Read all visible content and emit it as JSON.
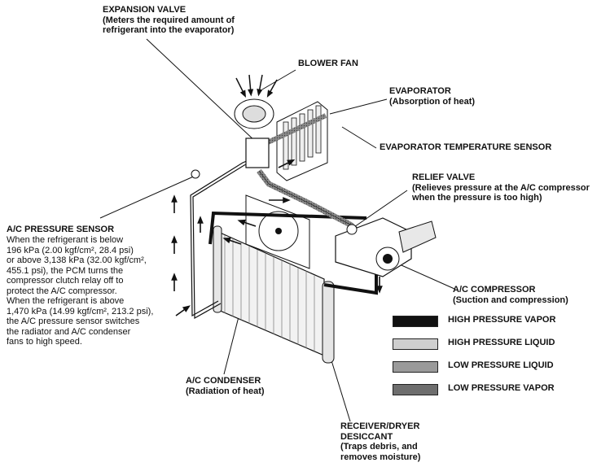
{
  "labels": {
    "expansion_valve": {
      "title": "EXPANSION VALVE",
      "sub": [
        "(Meters the required amount of",
        "refrigerant into the evaporator)"
      ]
    },
    "blower_fan": {
      "title": "BLOWER FAN"
    },
    "evaporator": {
      "title": "EVAPORATOR",
      "sub": [
        "(Absorption of heat)"
      ]
    },
    "evap_temp_sensor": {
      "title": "EVAPORATOR TEMPERATURE SENSOR"
    },
    "relief_valve": {
      "title": "RELIEF VALVE",
      "sub": [
        "(Relieves pressure at the A/C compressor",
        "when the pressure is too high)"
      ]
    },
    "ac_pressure_sensor": {
      "title": "A/C PRESSURE SENSOR",
      "body": [
        "When the refrigerant is below",
        "196 kPa (2.00 kgf/cm², 28.4 psi)",
        "or above 3,138 kPa (32.00 kgf/cm²,",
        "455.1 psi), the PCM turns the",
        "compressor clutch relay off to",
        "protect the A/C compressor.",
        "When the refrigerant is above",
        "1,470 kPa (14.99 kgf/cm², 213.2 psi),",
        "the A/C pressure sensor switches",
        "the radiator and A/C condenser",
        "fans to high speed."
      ]
    },
    "ac_compressor": {
      "title": "A/C COMPRESSOR",
      "sub": [
        "(Suction and compression)"
      ]
    },
    "ac_condenser": {
      "title": "A/C CONDENSER",
      "sub": [
        "(Radiation of heat)"
      ]
    },
    "receiver_dryer": {
      "title": [
        "RECEIVER/DRYER",
        "DESICCANT"
      ],
      "sub": [
        "(Traps debris, and",
        "removes moisture)"
      ]
    }
  },
  "legend": [
    {
      "label": "HIGH PRESSURE VAPOR",
      "color": "#111111"
    },
    {
      "label": "HIGH PRESSURE LIQUID",
      "color": "#cfcfcf"
    },
    {
      "label": "LOW PRESSURE LIQUID",
      "color": "#9a9a9a"
    },
    {
      "label": "LOW PRESSURE VAPOR",
      "color": "#6e6e6e"
    }
  ]
}
